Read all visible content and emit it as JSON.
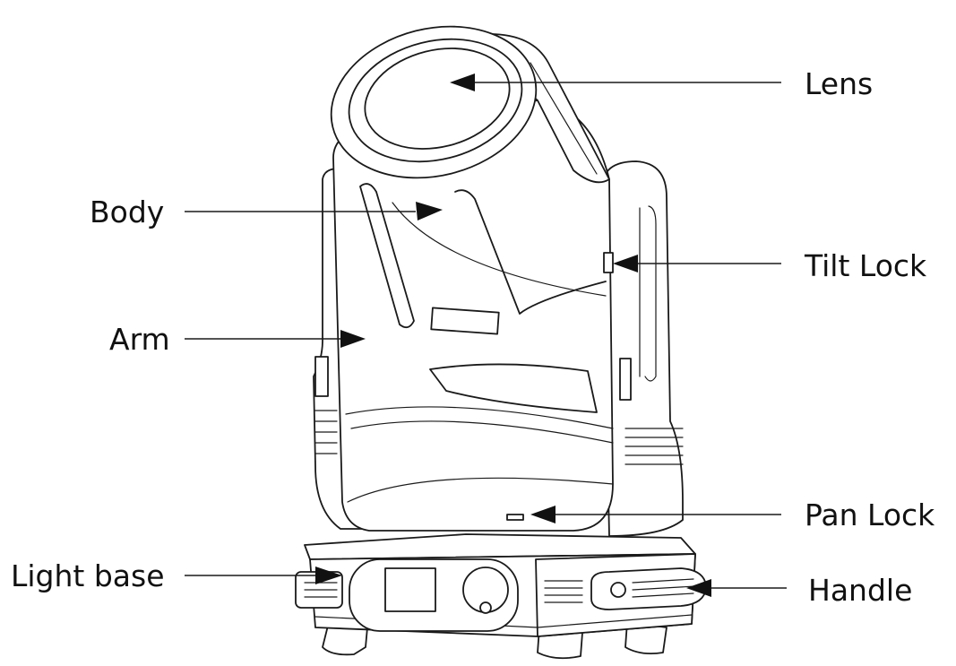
{
  "labels": {
    "lens": "Lens",
    "body": "Body",
    "tilt_lock": "Tilt Lock",
    "arm": "Arm",
    "pan_lock": "Pan Lock",
    "light_base": "Light base",
    "handle": "Handle"
  },
  "colors": {
    "ink": "#111111",
    "background": "#ffffff"
  }
}
